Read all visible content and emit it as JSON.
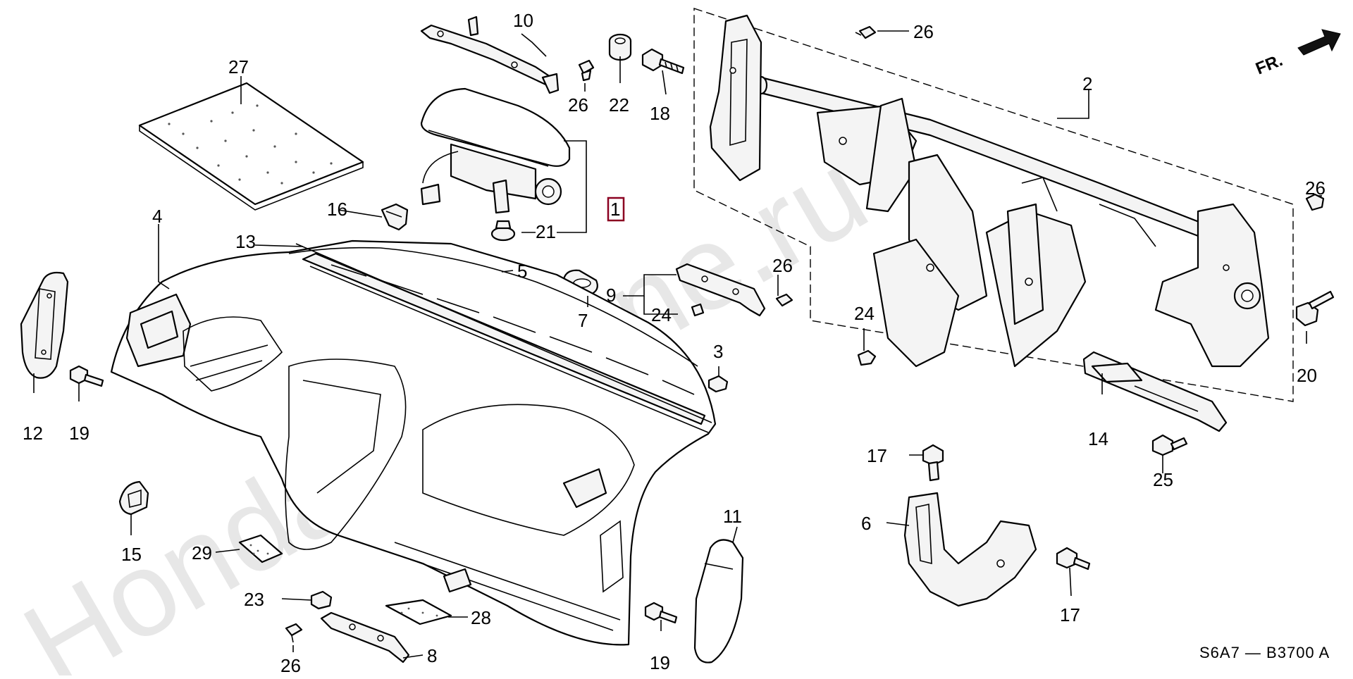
{
  "watermark": "HondaCarMine.ru",
  "direction": {
    "label": "FR."
  },
  "diagram_code": "S6A7 — B3700 A",
  "callouts": [
    {
      "id": "c1",
      "label": "1",
      "boxed": true
    },
    {
      "id": "c2",
      "label": "2"
    },
    {
      "id": "c3",
      "label": "3"
    },
    {
      "id": "c4",
      "label": "4"
    },
    {
      "id": "c5",
      "label": "5"
    },
    {
      "id": "c6",
      "label": "6"
    },
    {
      "id": "c7",
      "label": "7"
    },
    {
      "id": "c8",
      "label": "8"
    },
    {
      "id": "c9",
      "label": "9"
    },
    {
      "id": "c10",
      "label": "10"
    },
    {
      "id": "c11",
      "label": "11"
    },
    {
      "id": "c12",
      "label": "12"
    },
    {
      "id": "c13",
      "label": "13"
    },
    {
      "id": "c14",
      "label": "14"
    },
    {
      "id": "c15",
      "label": "15"
    },
    {
      "id": "c16",
      "label": "16"
    },
    {
      "id": "c17a",
      "label": "17"
    },
    {
      "id": "c17b",
      "label": "17"
    },
    {
      "id": "c18",
      "label": "18"
    },
    {
      "id": "c19a",
      "label": "19"
    },
    {
      "id": "c19b",
      "label": "19"
    },
    {
      "id": "c20",
      "label": "20"
    },
    {
      "id": "c21",
      "label": "21"
    },
    {
      "id": "c22",
      "label": "22"
    },
    {
      "id": "c23",
      "label": "23"
    },
    {
      "id": "c24a",
      "label": "24"
    },
    {
      "id": "c24b",
      "label": "24"
    },
    {
      "id": "c25",
      "label": "25"
    },
    {
      "id": "c26a",
      "label": "26"
    },
    {
      "id": "c26b",
      "label": "26"
    },
    {
      "id": "c26c",
      "label": "26"
    },
    {
      "id": "c26d",
      "label": "26"
    },
    {
      "id": "c26e",
      "label": "26"
    },
    {
      "id": "c27",
      "label": "27"
    },
    {
      "id": "c28",
      "label": "28"
    },
    {
      "id": "c29",
      "label": "29"
    }
  ]
}
